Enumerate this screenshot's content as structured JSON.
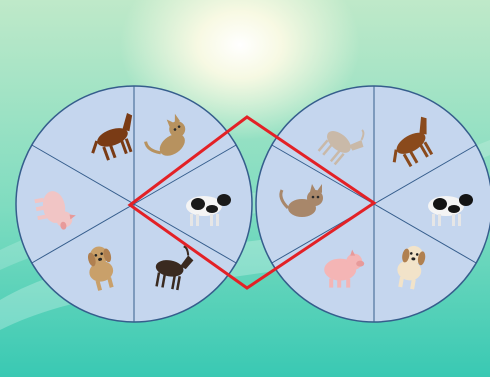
{
  "scene": {
    "colors": {
      "bg_top": "#bfe9c9",
      "bg_mid": "#7fdcc0",
      "bg_bottom": "#39c9b3",
      "sun": "#fffbe6",
      "disk_fill": "#c5d6ee",
      "disk_edge": "#355d8c",
      "divider": "#355d8c",
      "highlight": "#e32126"
    }
  },
  "left_wheel": {
    "animals": [
      {
        "name": "horse",
        "icon": "horse-icon",
        "color": "#7a3b15"
      },
      {
        "name": "cat",
        "icon": "cat-icon",
        "color": "#b7925f"
      },
      {
        "name": "cow",
        "icon": "cow-icon",
        "color": "#1a1a1a"
      },
      {
        "name": "goat",
        "icon": "goat-icon",
        "color": "#3a2a20"
      },
      {
        "name": "dog",
        "icon": "dog-icon",
        "color": "#c9a06a"
      },
      {
        "name": "pig",
        "icon": "pig-icon",
        "color": "#f1c5c5"
      }
    ]
  },
  "right_wheel": {
    "animals": [
      {
        "name": "goat",
        "icon": "goat-icon",
        "color": "#c9b9a8"
      },
      {
        "name": "horse",
        "icon": "horse-icon",
        "color": "#8a4a1c"
      },
      {
        "name": "cow",
        "icon": "cow-icon",
        "color": "#141414"
      },
      {
        "name": "dog",
        "icon": "dog-icon",
        "color": "#f2e3c9"
      },
      {
        "name": "pig",
        "icon": "pig-icon",
        "color": "#f4b5b5"
      },
      {
        "name": "cat",
        "icon": "cat-icon",
        "color": "#a8876a"
      }
    ]
  },
  "highlight": {
    "shape": "diamond",
    "selected_pair": [
      "cow",
      "cat"
    ]
  }
}
